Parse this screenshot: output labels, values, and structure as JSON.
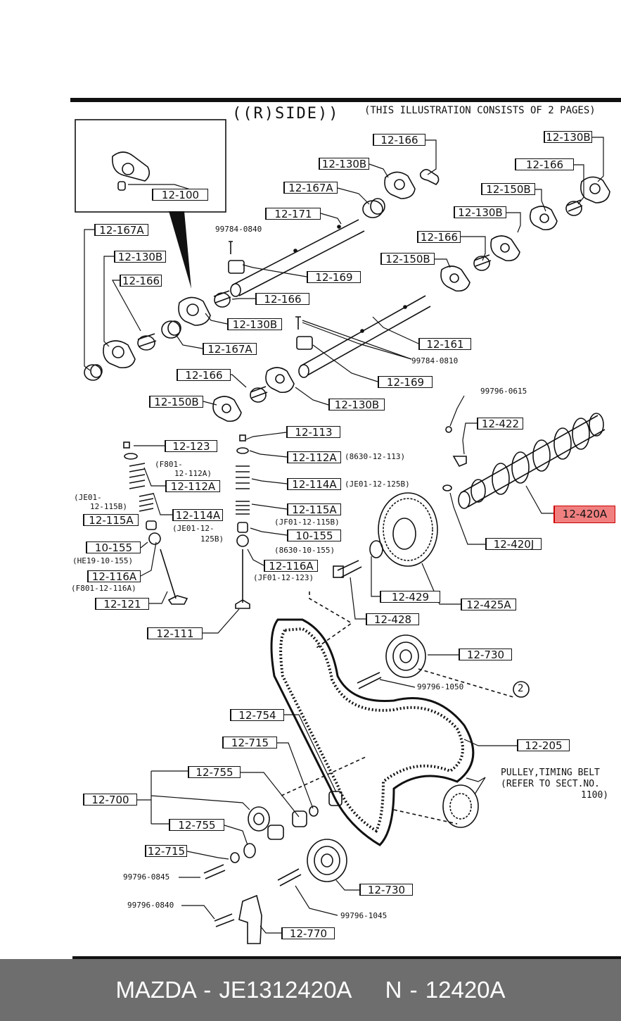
{
  "header": {
    "title": "((R)SIDE))",
    "note": "(THIS ILLUSTRATION CONSISTS OF  2 PAGES)"
  },
  "labels": {
    "l12100": "12-100",
    "l12166_top": "12-166",
    "l12130B_top": "12-130B",
    "l12167A_top": "12-167A",
    "l12171": "12-171",
    "l12130B_r1": "12-130B",
    "l12166_r1": "12-166",
    "l12150B_r1": "12-150B",
    "l12130B_r2": "12-130B",
    "l12166_r2": "12-166",
    "l12150B_r2": "12-150B",
    "l12167A_left": "12-167A",
    "l12130B_left": "12-130B",
    "l12166_left": "12-166",
    "l12169_a": "12-169",
    "l12166_mid": "12-166",
    "l12130B_mid": "12-130B",
    "l12167A_mid": "12-167A",
    "l12161": "12-161",
    "l12169_b": "12-169",
    "l12166_low": "12-166",
    "l12130B_low": "12-130B",
    "l12150B_low": "12-150B",
    "l12113": "12-113",
    "l12123": "12-123",
    "l12112A_c": "12-112A",
    "l12112A_l": "12-112A",
    "l12422": "12-422",
    "l12114A_c": "12-114A",
    "l12114A_l": "12-114A",
    "l12115A_c": "12-115A",
    "l12115A_l": "12-115A",
    "l12420A": "12-420A",
    "l10155_c": "10-155",
    "l10155_l": "10-155",
    "l12420J": "12-420J",
    "l12116A_c": "12-116A",
    "l12116A_l": "12-116A",
    "l12429": "12-429",
    "l12425A": "12-425A",
    "l12121": "12-121",
    "l12428": "12-428",
    "l12111": "12-111",
    "l12730_a": "12-730",
    "l12754": "12-754",
    "l12715_a": "12-715",
    "l12205": "12-205",
    "l12755_a": "12-755",
    "l12700": "12-700",
    "l12755_b": "12-755",
    "l12715_b": "12-715",
    "l12730_b": "12-730",
    "l12770": "12-770"
  },
  "refs": {
    "r99784_0840": "99784-0840",
    "r99784_0810": "99784-0810",
    "r99796_0615": "99796-0615",
    "r99796_1050": "99796-1050",
    "r99796_0845": "99796-0845",
    "r99796_0840": "99796-0840",
    "r99796_1045": "99796-1045",
    "r8630_12_113": "(8630-12-113)",
    "rJE01_12_125B_c": "(JE01-12-125B)",
    "rJF01_12_115B": "(JF01-12-115B)",
    "r8630_10_155": "(8630-10-155)",
    "rJF01_12_123": "(JF01-12-123)",
    "rF801_1": "(F801-",
    "rF801_2": "12-112A)",
    "rJE01_l1": "(JE01-",
    "rJE01_l2": "12-115B)",
    "rJE01_12_1": "(JE01-12-",
    "rJE01_12_2": "125B)",
    "rHE19": "(HE19-10-155)",
    "rF801_116A": "(F801-12-116A)"
  },
  "callouts": {
    "circle_2": "2",
    "pulley_note_1": "PULLEY,TIMING BELT",
    "pulley_note_2": "(REFER TO SECT.NO.",
    "pulley_note_3": "1100)"
  },
  "footer": {
    "brand": "MAZDA - JE1312420A",
    "part": "N - 12420A"
  },
  "colors": {
    "highlight": "#f08080",
    "footer_bg": "#6e6e6e"
  }
}
